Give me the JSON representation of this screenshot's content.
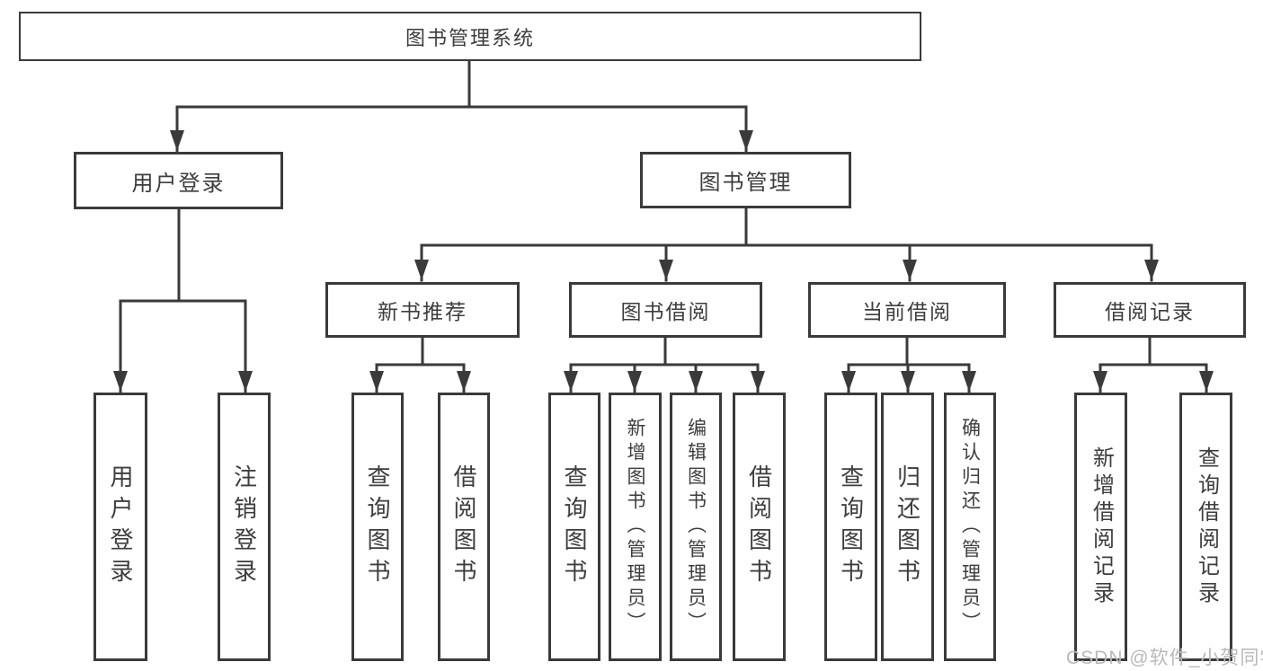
{
  "tree": {
    "root": "图书管理系统",
    "branches": [
      {
        "label": "用户登录",
        "children": [
          {
            "label": "用户登录"
          },
          {
            "label": "注销登录"
          }
        ]
      },
      {
        "label": "图书管理",
        "children": [
          {
            "label": "新书推荐",
            "children": [
              {
                "label": "查询图书"
              },
              {
                "label": "借阅图书"
              }
            ]
          },
          {
            "label": "图书借阅",
            "children": [
              {
                "label": "查询图书"
              },
              {
                "label": "新增图书（管理员）"
              },
              {
                "label": "编辑图书（管理员）"
              },
              {
                "label": "借阅图书"
              }
            ]
          },
          {
            "label": "当前借阅",
            "children": [
              {
                "label": "查询图书"
              },
              {
                "label": "归还图书"
              },
              {
                "label": "确认归还（管理员）"
              }
            ]
          },
          {
            "label": "借阅记录",
            "children": [
              {
                "label": "新增借阅记录"
              },
              {
                "label": "查询借阅记录"
              }
            ]
          }
        ]
      }
    ]
  },
  "line_color": "#3a3a3a",
  "watermark": "CSDN @软件_小贺同学"
}
